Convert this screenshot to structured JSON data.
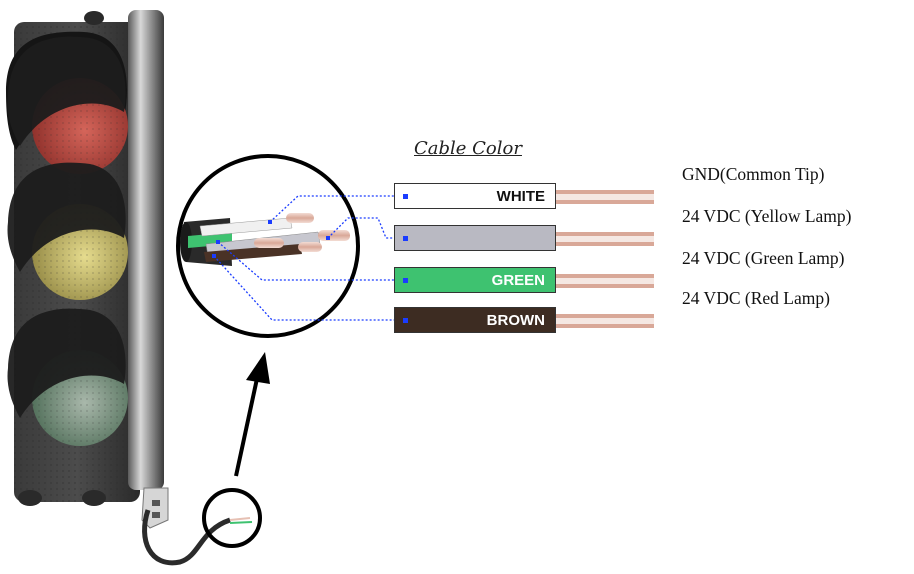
{
  "title": "Cable Color",
  "wires": [
    {
      "label": "WHITE",
      "function": "GND(Common Tip)",
      "fill": "#ffffff",
      "text_color": "#111111"
    },
    {
      "label": "",
      "function": "24 VDC (Yellow Lamp)",
      "fill": "#b9b9c2",
      "text_color": "#111111"
    },
    {
      "label": "GREEN",
      "function": "24 VDC (Green Lamp)",
      "fill": "#3ec270",
      "text_color": "#ffffff"
    },
    {
      "label": "BROWN",
      "function": "24 VDC (Red Lamp)",
      "fill": "#3d2c22",
      "text_color": "#ffffff"
    }
  ],
  "lamps": [
    {
      "name": "red-lamp",
      "color": "#c0312b"
    },
    {
      "name": "yellow-lamp",
      "color": "#c9b84a"
    },
    {
      "name": "green-lamp",
      "color": "#3c8a52"
    }
  ]
}
